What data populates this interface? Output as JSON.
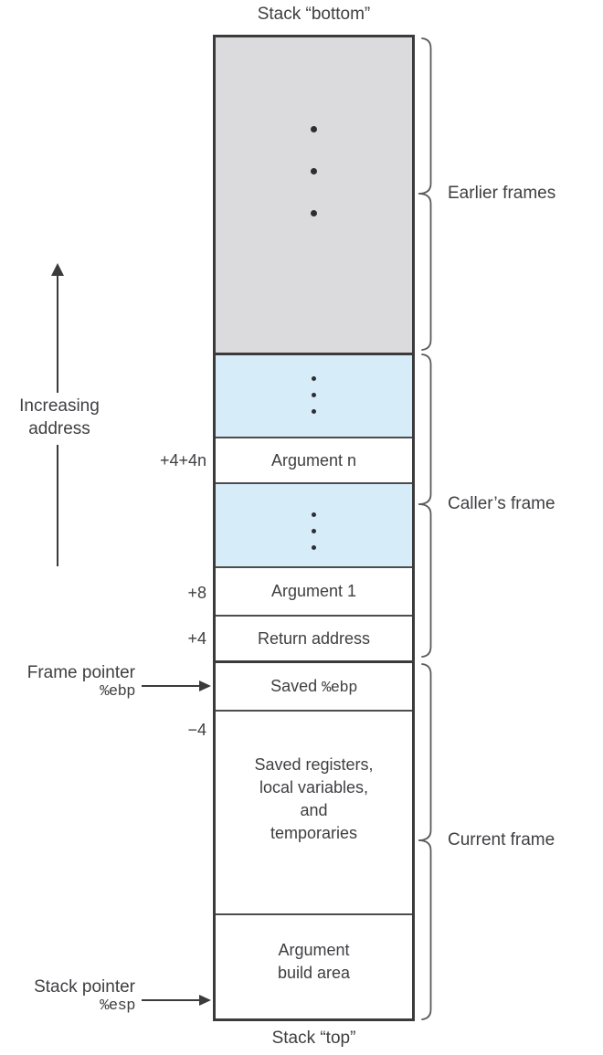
{
  "titles": {
    "top": "Stack “bottom”",
    "bottom": "Stack “top”"
  },
  "left_labels": {
    "increasing_address": "Increasing\naddress",
    "frame_pointer_line1": "Frame pointer",
    "frame_pointer_reg": "%ebp",
    "stack_pointer_line1": "Stack pointer",
    "stack_pointer_reg": "%esp"
  },
  "offsets": {
    "argument_n": "+4+4n",
    "argument_1": "+8",
    "return_address": "+4",
    "below_ebp": "−4"
  },
  "stack_cells": {
    "argument_n": "Argument n",
    "argument_1": "Argument 1",
    "return_address": "Return address",
    "saved_ebp_prefix": "Saved ",
    "saved_ebp_reg": "%ebp",
    "saved_registers": "Saved registers,\nlocal variables,\nand\ntemporaries",
    "argument_build": "Argument\nbuild area"
  },
  "braces": {
    "earlier": "Earlier frames",
    "caller": "Caller’s frame",
    "current": "Current frame"
  },
  "colors": {
    "gray_fill": "#dbdbdd",
    "blue_fill": "#d6ecf9",
    "border_dark": "#3b3b3b",
    "line_thin": "#4d4d4d",
    "text": "#3f3f43"
  }
}
